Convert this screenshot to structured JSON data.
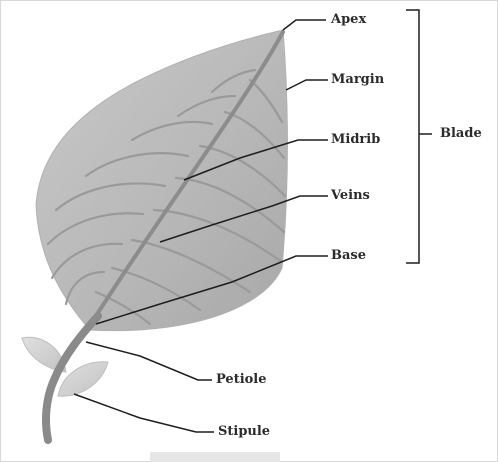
{
  "labels": {
    "apex": "Apex",
    "margin": "Margin",
    "midrib": "Midrib",
    "veins": "Veins",
    "base": "Base",
    "blade": "Blade",
    "petiole": "Petiole",
    "stipule": "Stipule"
  },
  "colors": {
    "blade_fill": "#b9b9b9",
    "blade_shade": "#a9a9a9",
    "vein": "#8f8f8f",
    "stem": "#8a8a8a",
    "stipule_fill": "#cfcfcf",
    "leader_line": "#1e1e1e",
    "text": "#2b2b2b"
  }
}
